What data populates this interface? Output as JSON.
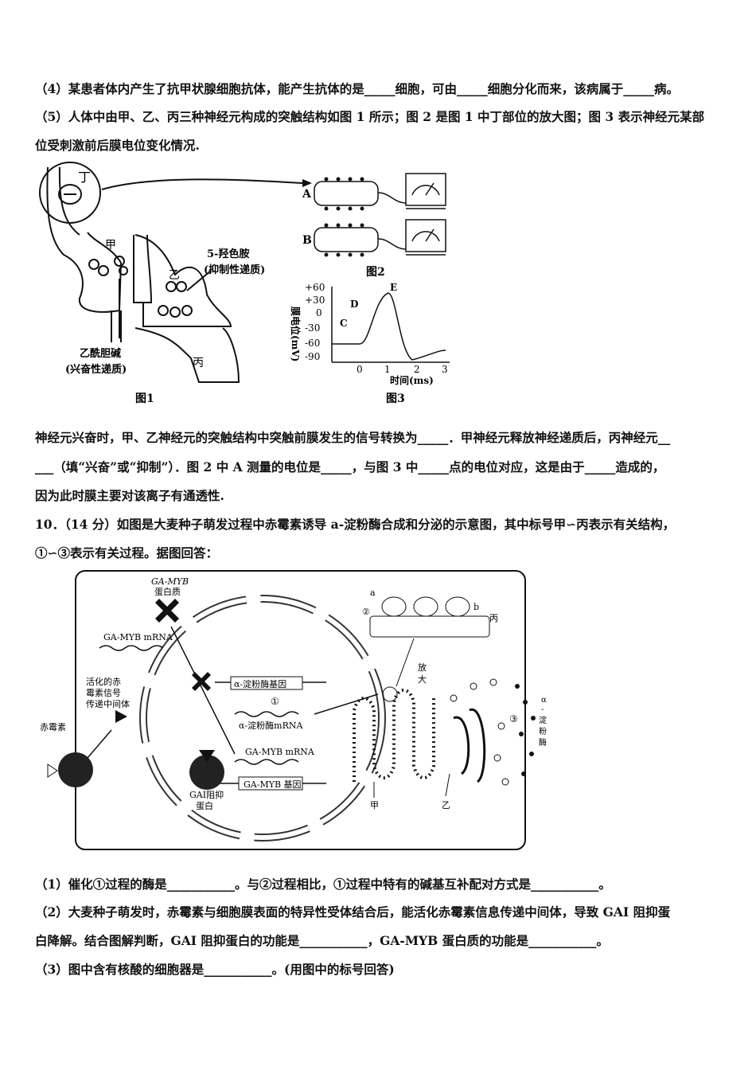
{
  "q4": {
    "text": "（4）某患者体内产生了抗甲状腺细胞抗体，能产生抗体的是_____细胞，可由_____细胞分化而来，该病属于_____病。"
  },
  "q5": {
    "line1": "（5）人体中由甲、乙、丙三种神经元构成的突触结构如图 1 所示；图 2 是图 1 中丁部位的放大图；图 3 表示神经元某部",
    "line2": "位受刺激前后膜电位变化情况.",
    "fig1": {
      "ding": "丁",
      "jia": "甲",
      "yi": "乙",
      "bing": "丙",
      "serotonin": "5-羟色胺",
      "serotonin_note": "(抑制性递质)",
      "ach": "乙酰胆碱",
      "ach_note": "(兴奋性递质)",
      "caption": "图1"
    },
    "fig2": {
      "a": "A",
      "b": "B",
      "caption": "图2"
    },
    "fig3": {
      "ylabel": "膜电位(mV)",
      "yticks": [
        "+60",
        "+30",
        "0",
        "-30",
        "-60",
        "-90"
      ],
      "xticks": [
        "0",
        "1",
        "2",
        "3"
      ],
      "xlabel": "时间(ms)",
      "point_c": "C",
      "point_d": "D",
      "point_e": "E",
      "caption": "图3"
    },
    "after1": "神经元兴奋时，甲、乙神经元的突触结构中突触前膜发生的信号转换为_____．甲神经元释放神经递质后，丙神经元__",
    "after2": "___（填“兴奋”或“抑制”）．图 2 中 A 测量的电位是_____，与图 3 中_____点的电位对应，这是由于_____造成的，",
    "after3": "因为此时膜主要对该离子有通透性."
  },
  "q10": {
    "line1": "10．（14 分）如图是大麦种子萌发过程中赤霉素诱导 a-淀粉酶合成和分泌的示意图，其中标号甲∽丙表示有关结构，",
    "line2": "①∽③表示有关过程。据图回答：",
    "diagram": {
      "gamyb_protein": "GA-MYB",
      "gamyb_protein2": "蛋白质",
      "gamyb_mrna_left": "GA-MYB mRNA",
      "amylase_gene": "α-淀粉酶基因",
      "amylase_mrna": "α-淀粉酶mRNA",
      "circle1": "①",
      "gamyb_mrna": "GA-MYB mRNA",
      "gamyb_gene": "GA-MYB 基因",
      "activated1": "活化的赤",
      "activated2": "霉素信号",
      "activated3": "传递中间体",
      "gibberellin": "赤霉素",
      "gai1": "GAI阻抑",
      "gai2": "蛋白",
      "fangda1": "放",
      "fangda2": "大",
      "label_a": "a",
      "label_b": "b",
      "circle2": "②",
      "label_bing": "丙",
      "label_jia": "甲",
      "label_yi": "乙",
      "circle3": "③",
      "amylase_side1": "α",
      "amylase_side2": "-",
      "amylase_side3": "淀",
      "amylase_side4": "粉",
      "amylase_side5": "酶"
    },
    "sub1": "（1）催化①过程的酶是___________。与②过程相比，①过程中特有的碱基互补配对方式是___________。",
    "sub2a": "（2）大麦种子萌发时，赤霉素与细胞膜表面的特异性受体结合后，能活化赤霉素信息传递中间体，导致 GAI 阻抑蛋",
    "sub2b": "白降解。结合图解判断，GAI 阻抑蛋白的功能是___________，GA-MYB 蛋白质的功能是___________。",
    "sub3": "（3）图中含有核酸的细胞器是___________。(用图中的标号回答)"
  }
}
